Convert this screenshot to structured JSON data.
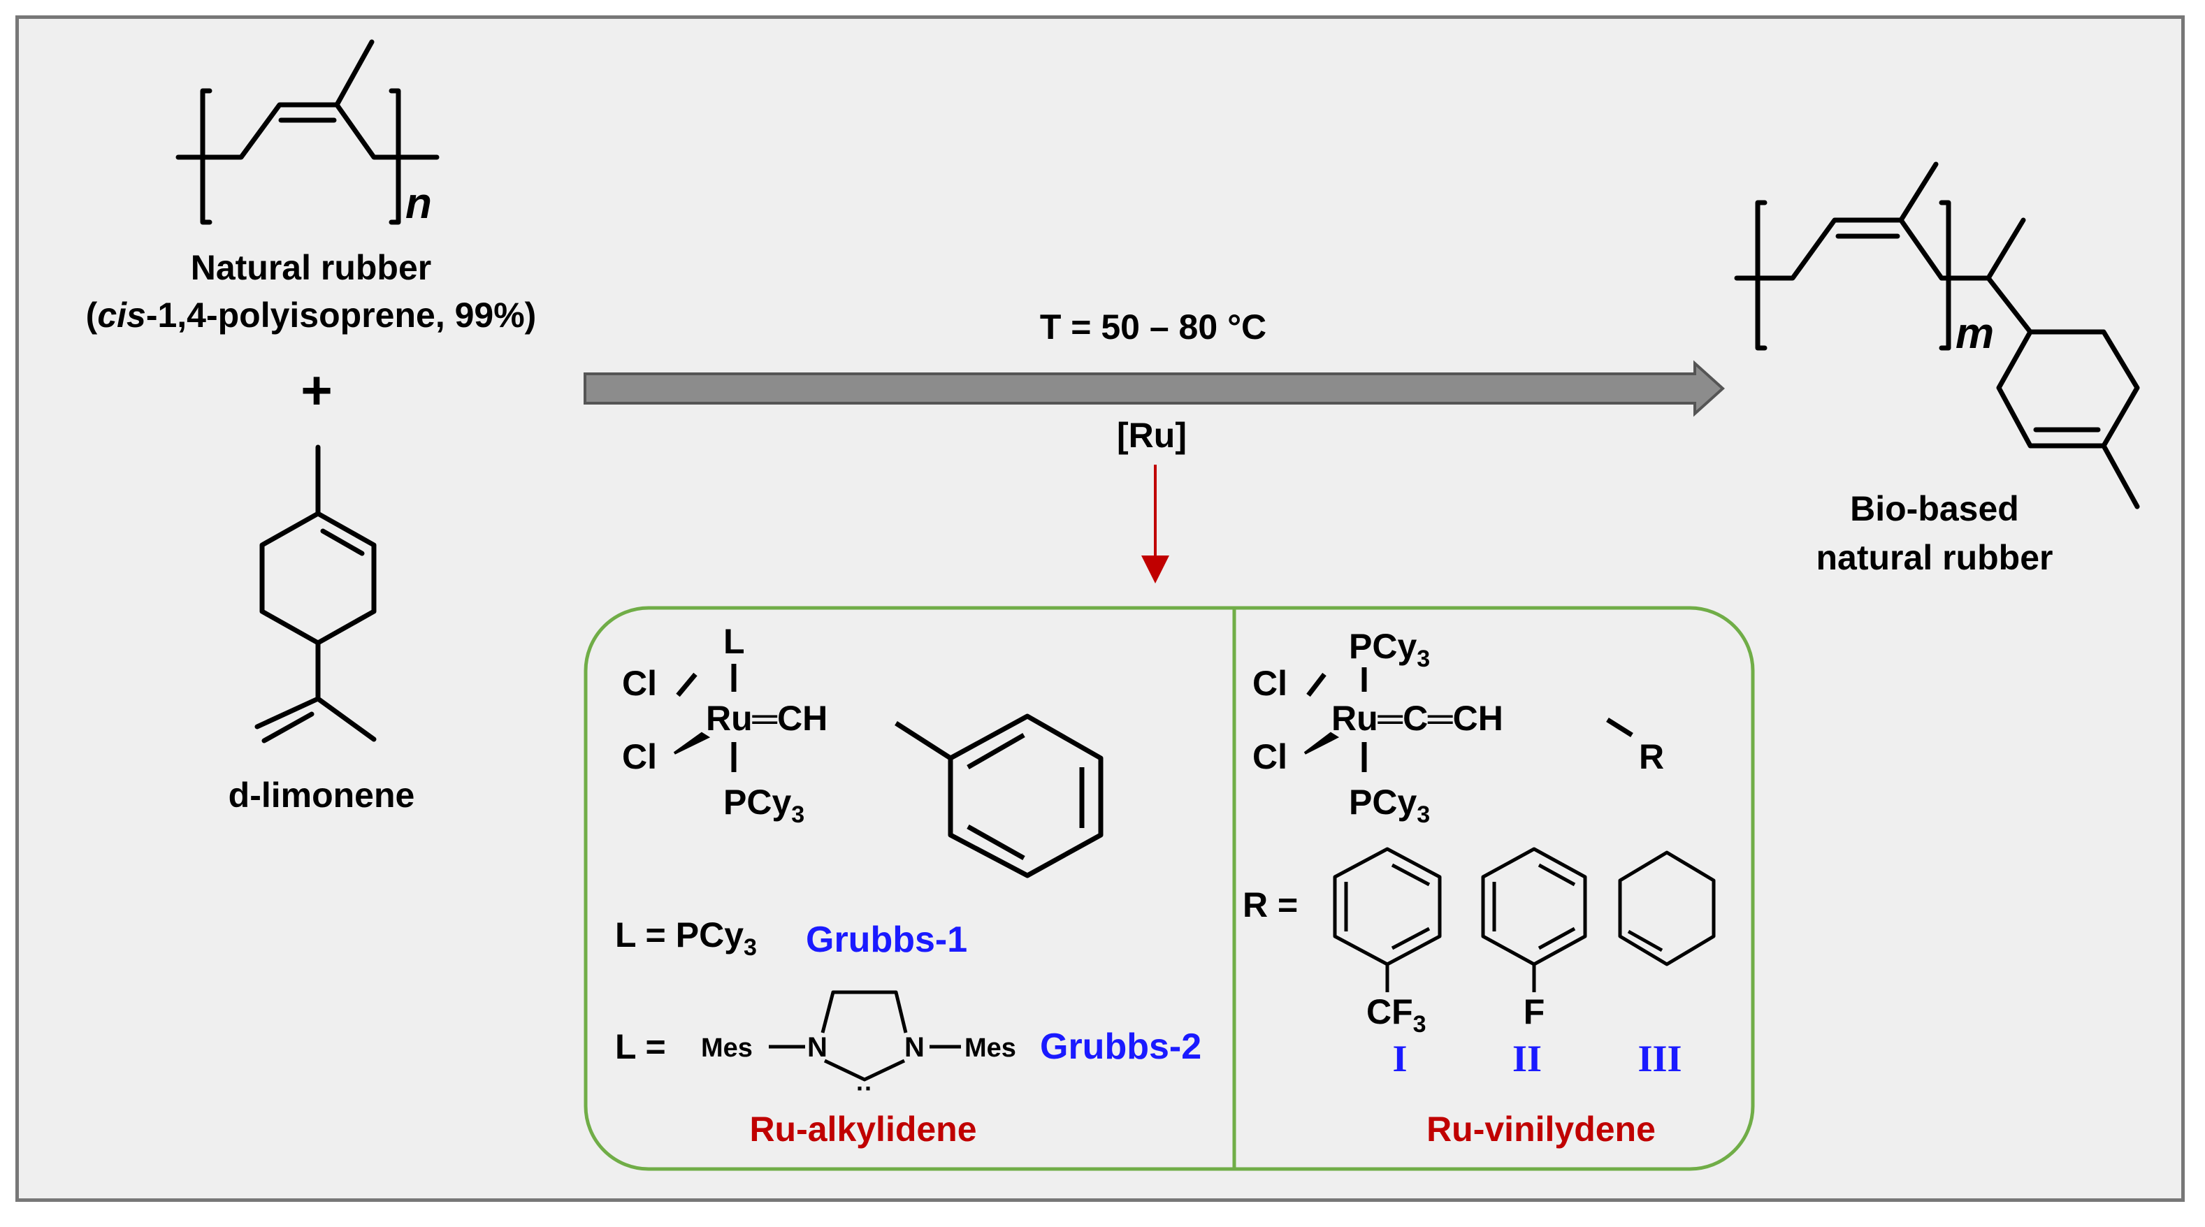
{
  "colors": {
    "background": "#efefef",
    "frame": "#777777",
    "arrow": "#8c8c8c",
    "red_arrow": "#c00000",
    "box_border": "#70ad47",
    "grubbs_label": "#1a1aff",
    "class_label": "#c00000",
    "roman_label": "#1a1aff"
  },
  "reactants": {
    "rubber_subscript": "n",
    "rubber_name": "Natural rubber",
    "rubber_detail_open": "(",
    "rubber_detail_italic": "cis",
    "rubber_detail_rest": "-1,4-polyisoprene, 99%)",
    "plus": "+",
    "limonene_name": "d-limonene"
  },
  "conditions": {
    "temperature": "T = 50 – 80 °C",
    "catalyst": "[Ru]"
  },
  "product": {
    "subscript": "m",
    "name_line1": "Bio-based",
    "name_line2": "natural rubber"
  },
  "catalyst_box": {
    "alkylidene": {
      "ligand_top": "L",
      "cl_top": "Cl",
      "cl_bottom": "Cl",
      "ru_chain": "Ru═CH",
      "pcy3_base": "PCy",
      "pcy3_sub": "3",
      "l_eq": "L =",
      "grubbs1_pcy": "PCy",
      "grubbs1_sub": "3",
      "grubbs1_label": "Grubbs-1",
      "mes_left": "Mes",
      "n_left": "N",
      "n_right": "N",
      "mes_right": "Mes",
      "carbene_dots": "··",
      "grubbs2_label": "Grubbs-2",
      "class_label": "Ru-alkylidene"
    },
    "vinylidene": {
      "pcy3_top": "PCy",
      "pcy3_top_sub": "3",
      "cl_top": "Cl",
      "cl_bottom": "Cl",
      "ru_chain": "Ru═C═CH",
      "r_group": "R",
      "pcy3_bottom": "PCy",
      "pcy3_bottom_sub": "3",
      "r_eq": "R =",
      "cf3": "CF",
      "cf3_sub": "3",
      "f": "F",
      "roman": [
        "I",
        "II",
        "III"
      ],
      "class_label": "Ru-vinilydene"
    }
  }
}
